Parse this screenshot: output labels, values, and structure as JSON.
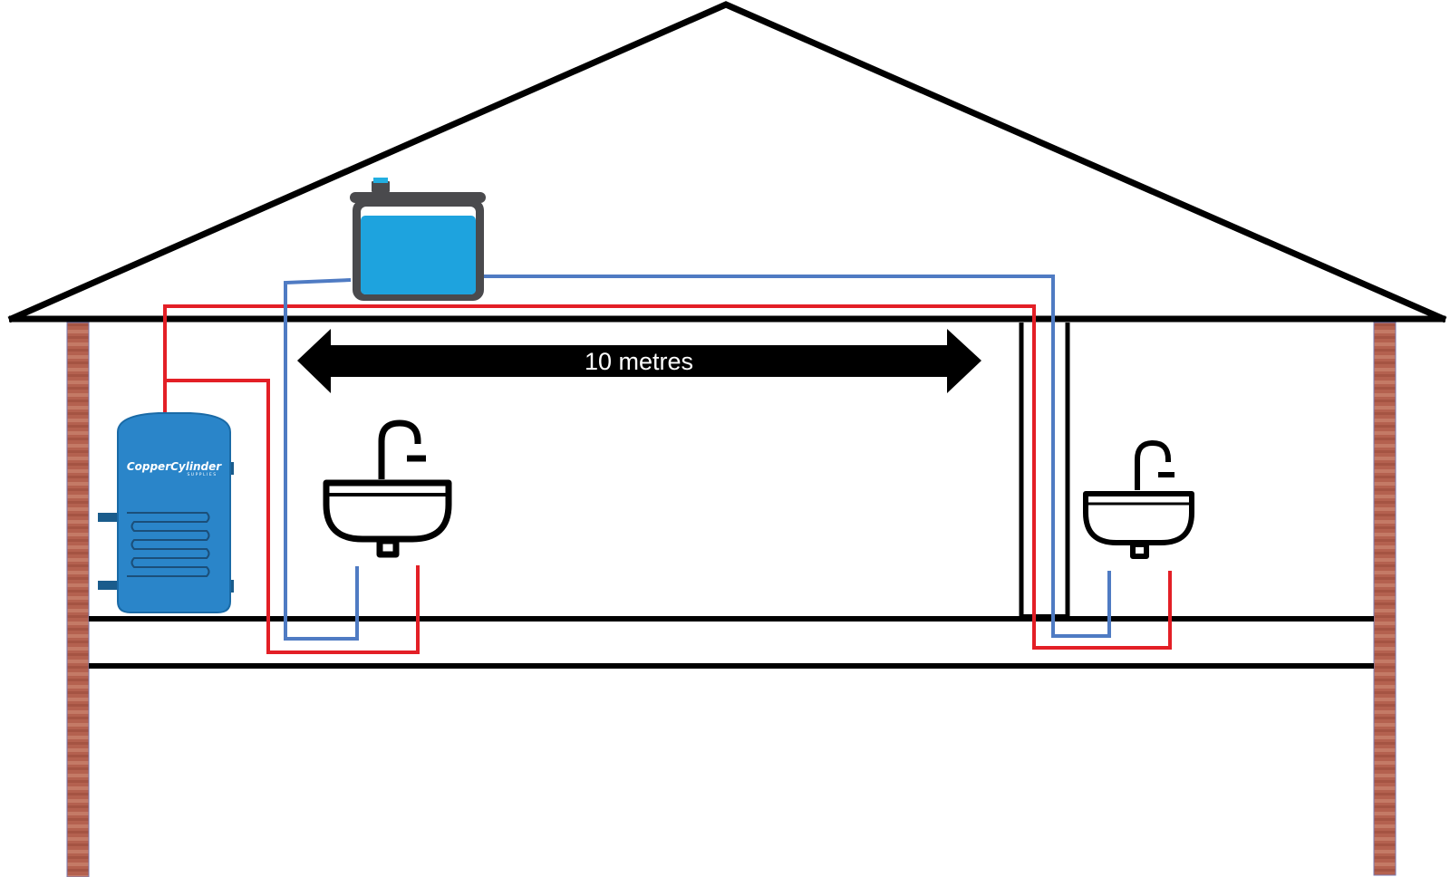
{
  "distance": {
    "label": "10 metres"
  },
  "cylinder": {
    "brand": "CopperCylinder",
    "brand_sub": "SUPPLIES"
  },
  "colors": {
    "hot_pipe": "#e31f26",
    "cold_pipe": "#4f7bc3",
    "tank_water": "#1ea3de",
    "tank_casing": "#4a4a4d",
    "cylinder_body": "#2a85c9",
    "brick_column": "#b4614f",
    "outline": "#000000"
  },
  "icons": {
    "tank": "cold-water-tank-icon",
    "cylinder": "hot-water-cylinder-icon",
    "sink": "sink-icon",
    "arrow": "double-headed-arrow-icon"
  }
}
